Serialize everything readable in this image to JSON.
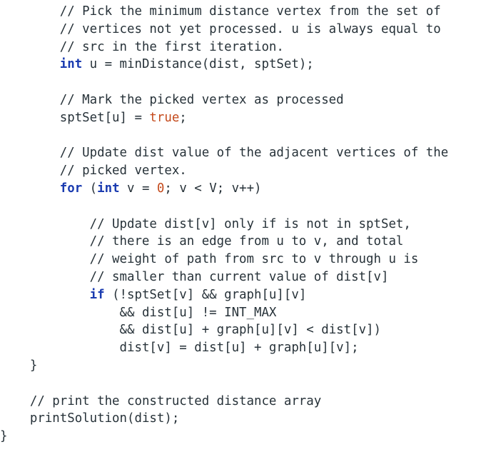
{
  "code": {
    "lines": [
      {
        "indent": "        ",
        "parts": [
          {
            "t": "// Pick the minimum distance vertex from the set of",
            "c": ""
          }
        ]
      },
      {
        "indent": "        ",
        "parts": [
          {
            "t": "// vertices not yet processed. u is always equal to",
            "c": ""
          }
        ]
      },
      {
        "indent": "        ",
        "parts": [
          {
            "t": "// src in the first iteration.",
            "c": ""
          }
        ]
      },
      {
        "indent": "        ",
        "parts": [
          {
            "t": "int",
            "c": "kw"
          },
          {
            "t": " u = minDistance(dist, sptSet);",
            "c": ""
          }
        ]
      },
      {
        "indent": "",
        "parts": []
      },
      {
        "indent": "        ",
        "parts": [
          {
            "t": "// Mark the picked vertex as processed",
            "c": ""
          }
        ]
      },
      {
        "indent": "        ",
        "parts": [
          {
            "t": "sptSet[u] = ",
            "c": ""
          },
          {
            "t": "true",
            "c": "lit"
          },
          {
            "t": ";",
            "c": ""
          }
        ]
      },
      {
        "indent": "",
        "parts": []
      },
      {
        "indent": "        ",
        "parts": [
          {
            "t": "// Update dist value of the adjacent vertices of the",
            "c": ""
          }
        ]
      },
      {
        "indent": "        ",
        "parts": [
          {
            "t": "// picked vertex.",
            "c": ""
          }
        ]
      },
      {
        "indent": "        ",
        "parts": [
          {
            "t": "for",
            "c": "kw"
          },
          {
            "t": " (",
            "c": ""
          },
          {
            "t": "int",
            "c": "kw"
          },
          {
            "t": " v = ",
            "c": ""
          },
          {
            "t": "0",
            "c": "num"
          },
          {
            "t": "; v < V; v++)",
            "c": ""
          }
        ]
      },
      {
        "indent": "",
        "parts": []
      },
      {
        "indent": "            ",
        "parts": [
          {
            "t": "// Update dist[v] only if is not in sptSet,",
            "c": ""
          }
        ]
      },
      {
        "indent": "            ",
        "parts": [
          {
            "t": "// there is an edge from u to v, and total",
            "c": ""
          }
        ]
      },
      {
        "indent": "            ",
        "parts": [
          {
            "t": "// weight of path from src to v through u is",
            "c": ""
          }
        ]
      },
      {
        "indent": "            ",
        "parts": [
          {
            "t": "// smaller than current value of dist[v]",
            "c": ""
          }
        ]
      },
      {
        "indent": "            ",
        "parts": [
          {
            "t": "if",
            "c": "kw"
          },
          {
            "t": " (!sptSet[v] && graph[u][v]",
            "c": ""
          }
        ]
      },
      {
        "indent": "                ",
        "parts": [
          {
            "t": "&& dist[u] != INT_MAX",
            "c": ""
          }
        ]
      },
      {
        "indent": "                ",
        "parts": [
          {
            "t": "&& dist[u] + graph[u][v] < dist[v])",
            "c": ""
          }
        ]
      },
      {
        "indent": "                ",
        "parts": [
          {
            "t": "dist[v] = dist[u] + graph[u][v];",
            "c": ""
          }
        ]
      },
      {
        "indent": "    ",
        "parts": [
          {
            "t": "}",
            "c": ""
          }
        ]
      },
      {
        "indent": "",
        "parts": []
      },
      {
        "indent": "    ",
        "parts": [
          {
            "t": "// print the constructed distance array",
            "c": ""
          }
        ]
      },
      {
        "indent": "    ",
        "parts": [
          {
            "t": "printSolution(dist);",
            "c": ""
          }
        ]
      },
      {
        "indent": "",
        "parts": [
          {
            "t": "}",
            "c": ""
          }
        ]
      }
    ]
  }
}
